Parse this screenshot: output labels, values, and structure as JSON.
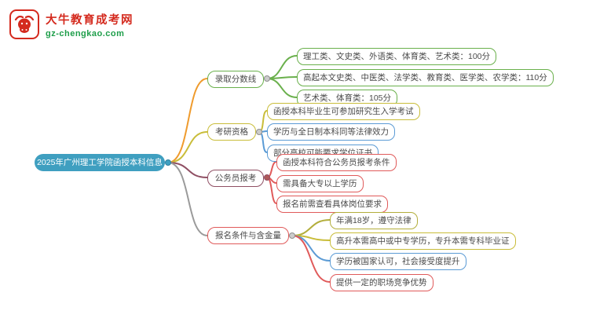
{
  "logo": {
    "title": "大牛教育成考网",
    "url": "gz-chengkao.com",
    "icon": "bull-icon",
    "brand_color": "#d42a1e",
    "url_color": "#1e9e4a"
  },
  "root": {
    "label": "2025年广州理工学院函授本科信息",
    "bg_color": "#3f9fc0",
    "text_color": "#ffffff"
  },
  "branches": [
    {
      "label": "录取分数线",
      "border_color": "#6ab04c",
      "line_color": "#ef9b2d",
      "children": [
        {
          "label": "理工类、文史类、外语类、体育类、艺术类：100分",
          "color": "#6ab04c"
        },
        {
          "label": "高起本文史类、中医类、法学类、教育类、医学类、农学类：110分",
          "color": "#6ab04c"
        },
        {
          "label": "艺术类、体育类：105分",
          "color": "#6ab04c"
        }
      ]
    },
    {
      "label": "考研资格",
      "border_color": "#c9bd3a",
      "line_color": "#c9bd3a",
      "children": [
        {
          "label": "函授本科毕业生可参加研究生入学考试",
          "color": "#c9bd3a"
        },
        {
          "label": "学历与全日制本科同等法律效力",
          "color": "#5b9bd5"
        },
        {
          "label": "部分高校可能要求学位证书",
          "color": "#5b9bd5"
        }
      ]
    },
    {
      "label": "公务员报考",
      "border_color": "#8f4f63",
      "line_color": "#8f4f63",
      "children": [
        {
          "label": "函授本科符合公务员报考条件",
          "color": "#e05a5a"
        },
        {
          "label": "需具备大专以上学历",
          "color": "#e05a5a"
        },
        {
          "label": "报名前需查看具体岗位要求",
          "color": "#e05a5a"
        }
      ]
    },
    {
      "label": "报名条件与含金量",
      "border_color": "#e05a5a",
      "line_color": "#9a9a9a",
      "children": [
        {
          "label": "年满18岁，遵守法律",
          "color": "#b3ae3c"
        },
        {
          "label": "高升本需高中或中专学历，专升本需专科毕业证",
          "color": "#c9bd3a"
        },
        {
          "label": "学历被国家认可，社会接受度提升",
          "color": "#5b9bd5"
        },
        {
          "label": "提供一定的职场竞争优势",
          "color": "#e05a5a"
        }
      ]
    }
  ]
}
